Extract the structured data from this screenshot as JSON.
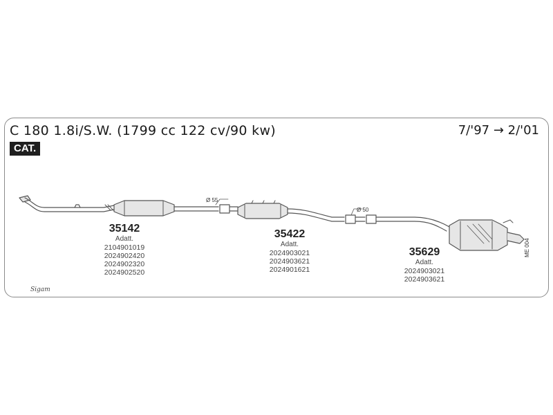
{
  "header": {
    "title": "C 180 1.8i/S.W. (1799 cc 122 cv/90 kw)",
    "years": "7/'97 → 2/'01",
    "badge": "CAT."
  },
  "diameters": {
    "d1": "Ø 55",
    "d2": "Ø 50"
  },
  "parts": [
    {
      "number": "35142",
      "adatt_label": "Adatt.",
      "codes": [
        "2104901019",
        "2024902420",
        "2024902320",
        "2024902520"
      ]
    },
    {
      "number": "35422",
      "adatt_label": "Adatt.",
      "codes": [
        "2024903021",
        "2024903621",
        "2024901621"
      ]
    },
    {
      "number": "35629",
      "adatt_label": "Adatt.",
      "codes": [
        "2024903021",
        "2024903621"
      ]
    }
  ],
  "reference_code": "ME 004",
  "logo_text": "Sigam",
  "colors": {
    "frame": "#8a8a8a",
    "badge_bg": "#1f1f1f",
    "line": "#555555",
    "fill": "#e6e6e6"
  }
}
